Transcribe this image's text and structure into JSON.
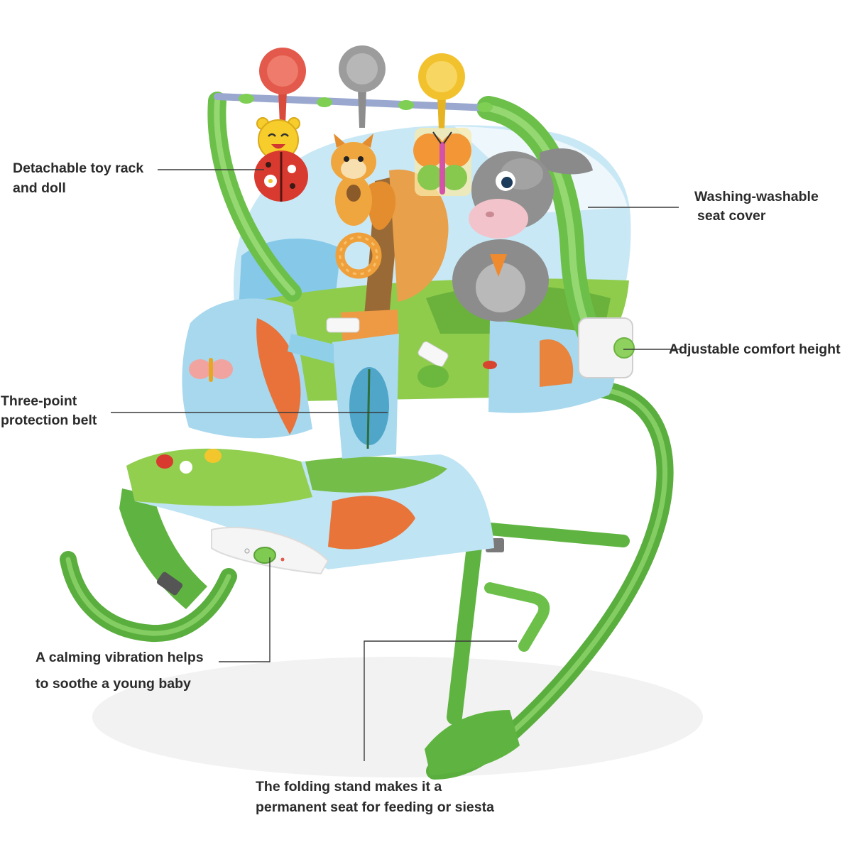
{
  "callouts": {
    "toy_rack": [
      "Detachable toy rack",
      "and doll"
    ],
    "seat_cover": [
      "Washing-washable",
      "seat cover"
    ],
    "comfort_height": [
      "Adjustable comfort height"
    ],
    "belt": [
      "Three-point",
      "protection belt"
    ],
    "vibration": [
      "A calming vibration helps",
      "to soothe a young baby"
    ],
    "folding_stand": [
      "The folding stand makes it a",
      "permanent seat for feeding or siesta"
    ]
  },
  "colors": {
    "frame_green": "#62b744",
    "text": "#2b2b2b",
    "leader_line": "#3a3a3a"
  }
}
